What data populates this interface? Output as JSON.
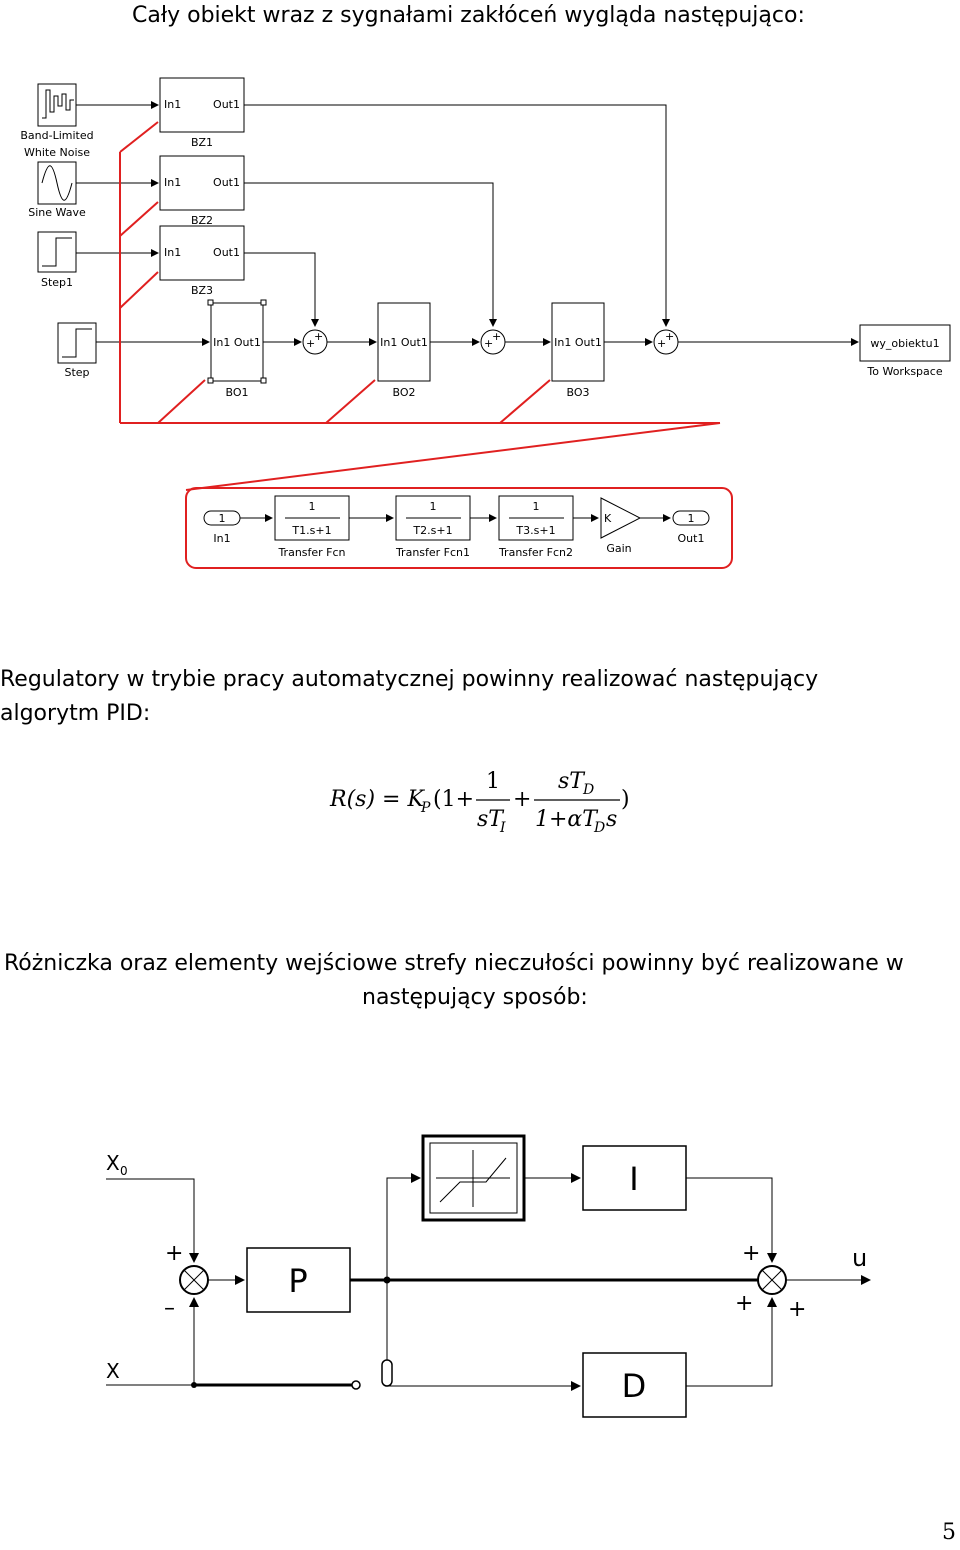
{
  "heading": "Cały obiekt wraz z sygnałami zakłóceń wygląda następująco:",
  "simulink": {
    "sources": {
      "noise_line1": "Band-Limited",
      "noise_line2": "White Noise",
      "sine": "Sine Wave",
      "step1": "Step1",
      "step": "Step"
    },
    "bz_blocks": [
      {
        "name": "BZ1",
        "in": "In1",
        "out": "Out1"
      },
      {
        "name": "BZ2",
        "in": "In1",
        "out": "Out1"
      },
      {
        "name": "BZ3",
        "in": "In1",
        "out": "Out1"
      }
    ],
    "bo_blocks": [
      {
        "name": "BO1",
        "ports": "In1 Out1"
      },
      {
        "name": "BO2",
        "ports": "In1 Out1"
      },
      {
        "name": "BO3",
        "ports": "In1 Out1"
      }
    ],
    "workspace": {
      "var": "wy_obiektu1",
      "label": "To Workspace"
    },
    "subsystem": {
      "in_num": "1",
      "in_label": "In1",
      "tf": [
        {
          "num": "1",
          "den": "T1.s+1",
          "label": "Transfer Fcn"
        },
        {
          "num": "1",
          "den": "T2.s+1",
          "label": "Transfer Fcn1"
        },
        {
          "num": "1",
          "den": "T3.s+1",
          "label": "Transfer Fcn2"
        }
      ],
      "gain_sym": "K",
      "gain_label": "Gain",
      "out_num": "1",
      "out_label": "Out1"
    }
  },
  "para1_line1": "Regulatory w trybie pracy automatycznej powinny realizować następujący",
  "para1_line2": "algorytm PID:",
  "formula": {
    "lhs": "R(s) = K",
    "kp_sub": "P",
    "open": "(1+",
    "f1_num": "1",
    "f1_den": "sT",
    "f1_den_sub": "I",
    "plus": "+",
    "f2_num": "sT",
    "f2_num_sub": "D",
    "f2_den": "1+αT",
    "f2_den_sub": "D",
    "f2_den_tail": "s",
    "close": ")"
  },
  "para2_line1": "Różniczka oraz elementy wejściowe strefy nieczułości powinny być realizowane w",
  "para2_line2": "następujący sposób:",
  "pid_diagram": {
    "x0": "X",
    "x0_sub": "0",
    "x": "X",
    "p": "P",
    "i": "I",
    "d": "D",
    "u": "u",
    "plus": "+",
    "minus": "–"
  },
  "page_number": "5"
}
